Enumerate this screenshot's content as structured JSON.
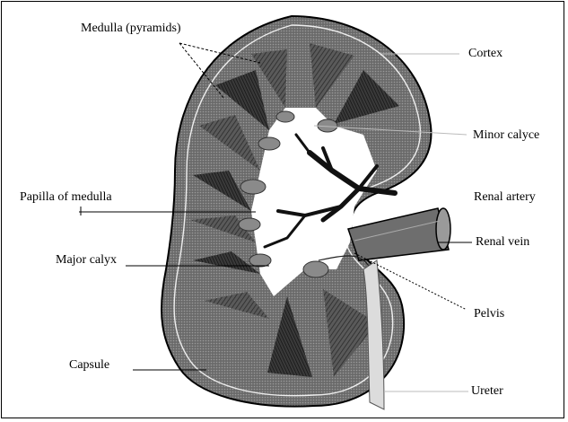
{
  "figure": {
    "labels": {
      "medulla": "Medulla (pyramids)",
      "cortex": "Cortex",
      "minor_calyce": "Minor calyce",
      "renal_artery": "Renal artery",
      "papilla": "Papilla of medulla",
      "renal_vein": "Renal vein",
      "major_calyx": "Major calyx",
      "pelvis": "Pelvis",
      "capsule": "Capsule",
      "ureter": "Ureter"
    },
    "colors": {
      "ink": "#000000",
      "cortex_fill": "#4a4a4a",
      "medulla_fill": "#2a2a2a",
      "sinus_fill": "#ffffff",
      "vessel_fill": "#555555",
      "ureter_fill": "#d8d8d8"
    }
  }
}
